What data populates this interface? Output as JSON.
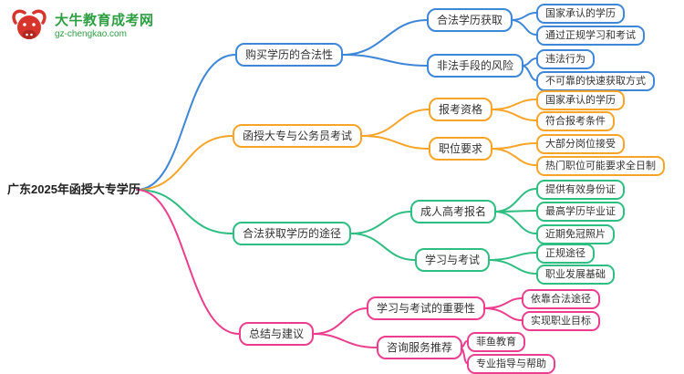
{
  "colors": {
    "blue": "#3e87d8",
    "orange": "#f7a428",
    "green": "#2fbe82",
    "pink": "#ec3e8e",
    "logo_green": "#2e9e43",
    "logo_red": "#d7342e",
    "text": "#333333"
  },
  "logo": {
    "icon": "bull-icon",
    "site_name": "大牛教育成考网",
    "site_url": "gz-chengkao.com"
  },
  "root": {
    "label": "广东2025年函授大专学历"
  },
  "branches": [
    {
      "label": "购买学历的合法性",
      "color": "blue",
      "children": [
        {
          "label": "合法学历获取",
          "children": [
            {
              "label": "国家承认的学历"
            },
            {
              "label": "通过正规学习和考试"
            }
          ]
        },
        {
          "label": "非法手段的风险",
          "children": [
            {
              "label": "违法行为"
            },
            {
              "label": "不可靠的快速获取方式"
            }
          ]
        }
      ]
    },
    {
      "label": "函授大专与公务员考试",
      "color": "orange",
      "children": [
        {
          "label": "报考资格",
          "children": [
            {
              "label": "国家承认的学历"
            },
            {
              "label": "符合报考条件"
            }
          ]
        },
        {
          "label": "职位要求",
          "children": [
            {
              "label": "大部分岗位接受"
            },
            {
              "label": "热门职位可能要求全日制"
            }
          ]
        }
      ]
    },
    {
      "label": "合法获取学历的途径",
      "color": "green",
      "children": [
        {
          "label": "成人高考报名",
          "children": [
            {
              "label": "提供有效身份证"
            },
            {
              "label": "最高学历毕业证"
            },
            {
              "label": "近期免冠照片"
            }
          ]
        },
        {
          "label": "学习与考试",
          "children": [
            {
              "label": "正规途径"
            },
            {
              "label": "职业发展基础"
            }
          ]
        }
      ]
    },
    {
      "label": "总结与建议",
      "color": "pink",
      "children": [
        {
          "label": "学习与考试的重要性",
          "children": [
            {
              "label": "依靠合法途径"
            },
            {
              "label": "实现职业目标"
            }
          ]
        },
        {
          "label": "咨询服务推荐",
          "children": [
            {
              "label": "菲鱼教育"
            },
            {
              "label": "专业指导与帮助"
            }
          ]
        }
      ]
    }
  ]
}
